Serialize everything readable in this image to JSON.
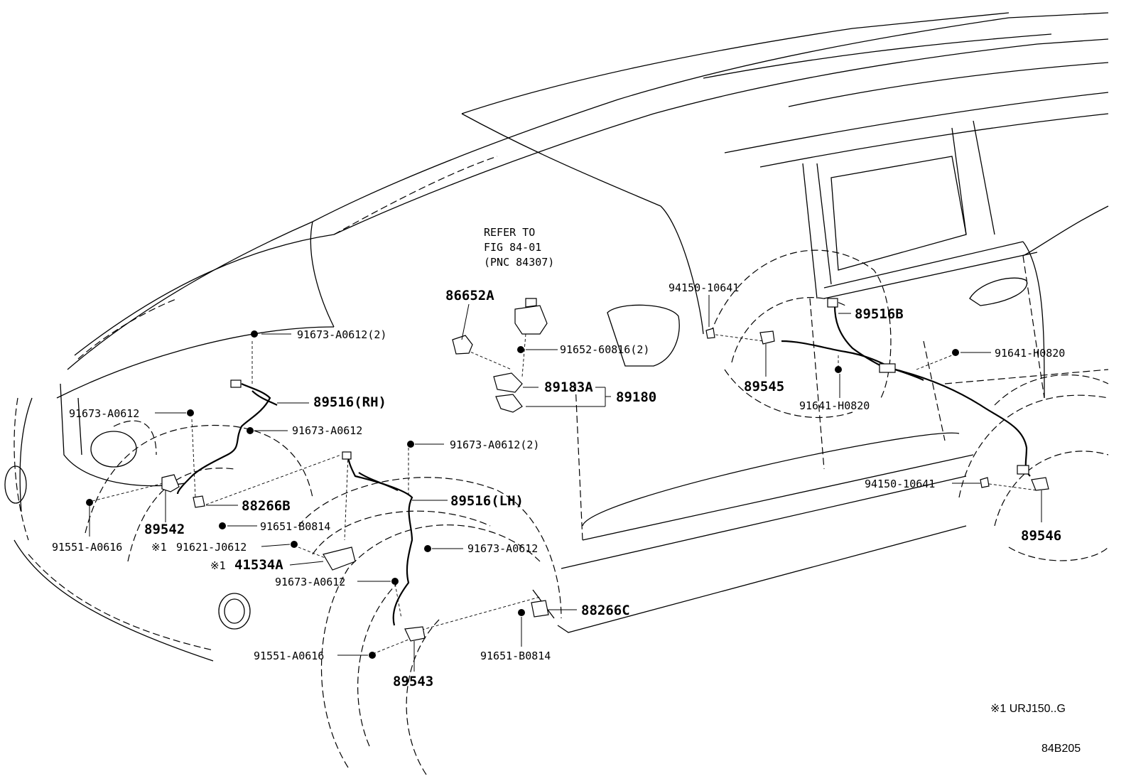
{
  "labels": {
    "refer_line1": "REFER TO",
    "refer_line2": "FIG 84-01",
    "refer_line3": "(PNC 84307)",
    "p86652A": "86652A",
    "p91673_A0612_2_top": "91673-A0612(2)",
    "p91652_60816_2": "91652-60816(2)",
    "p89516_RH": "89516(RH)",
    "p89183A": "89183A",
    "p89180": "89180",
    "p91673_A0612_left": "91673-A0612",
    "p91673_A0612_mid": "91673-A0612",
    "p91673_A0612_2_mid": "91673-A0612(2)",
    "p89516_LH": "89516(LH)",
    "p88266B": "88266B",
    "p89542": "89542",
    "p91651_B0814_left": "91651-B0814",
    "p91551_A0616_left": "91551-A0616",
    "p91621_J0612": "91621-J0612",
    "p41534A": "41534A",
    "mark1_a": "※1",
    "mark1_b": "※1",
    "p91673_A0612_right": "91673-A0612",
    "p91673_A0612_low": "91673-A0612",
    "p88266C": "88266C",
    "p91551_A0616_low": "91551-A0616",
    "p91651_B0814_low": "91651-B0814",
    "p89543": "89543",
    "p94150_10641_top": "94150-10641",
    "p89516B": "89516B",
    "p91641_H0820_right": "91641-H0820",
    "p89545": "89545",
    "p91641_H0820_mid": "91641-H0820",
    "p94150_10641_low": "94150-10641",
    "p89546": "89546",
    "footnote": "※1 URJ150..G",
    "figure_code": "84B205"
  }
}
